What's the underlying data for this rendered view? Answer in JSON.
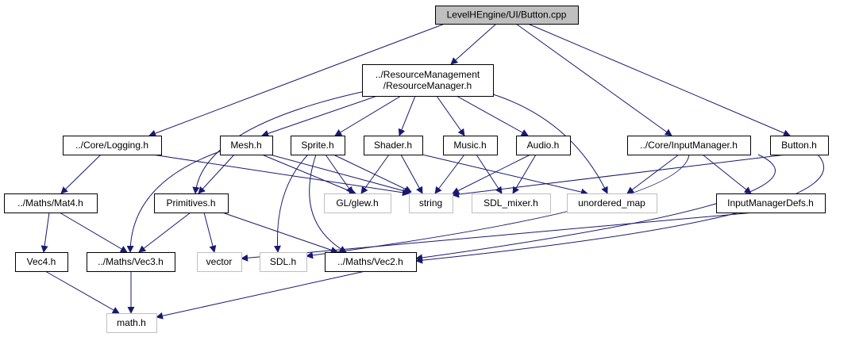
{
  "diagram": {
    "type": "include-dependency-graph",
    "colors": {
      "edge": "#191970",
      "root_fill": "#bfbfbf",
      "node_fill": "#ffffff",
      "node_border": "#000000",
      "external_border": "#bfbfbf",
      "external_text": "#555555"
    },
    "nodes": [
      {
        "id": "button_cpp",
        "lines": [
          "LevelHEngine/UI/Button.cpp"
        ],
        "kind": "root"
      },
      {
        "id": "resource_manager",
        "lines": [
          "../ResourceManagement",
          "/ResourceManager.h"
        ],
        "kind": "internal"
      },
      {
        "id": "logging",
        "lines": [
          "../Core/Logging.h"
        ],
        "kind": "internal"
      },
      {
        "id": "mesh",
        "lines": [
          "Mesh.h"
        ],
        "kind": "internal"
      },
      {
        "id": "sprite",
        "lines": [
          "Sprite.h"
        ],
        "kind": "internal"
      },
      {
        "id": "shader",
        "lines": [
          "Shader.h"
        ],
        "kind": "internal"
      },
      {
        "id": "music",
        "lines": [
          "Music.h"
        ],
        "kind": "internal"
      },
      {
        "id": "audio",
        "lines": [
          "Audio.h"
        ],
        "kind": "internal"
      },
      {
        "id": "input_manager",
        "lines": [
          "../Core/InputManager.h"
        ],
        "kind": "internal"
      },
      {
        "id": "button_h",
        "lines": [
          "Button.h"
        ],
        "kind": "internal"
      },
      {
        "id": "mat4",
        "lines": [
          "../Maths/Mat4.h"
        ],
        "kind": "internal"
      },
      {
        "id": "primitives",
        "lines": [
          "Primitives.h"
        ],
        "kind": "internal"
      },
      {
        "id": "glew",
        "lines": [
          "GL/glew.h"
        ],
        "kind": "external"
      },
      {
        "id": "string",
        "lines": [
          "string"
        ],
        "kind": "external"
      },
      {
        "id": "sdl_mixer",
        "lines": [
          "SDL_mixer.h"
        ],
        "kind": "external"
      },
      {
        "id": "unordered_map",
        "lines": [
          "unordered_map"
        ],
        "kind": "external"
      },
      {
        "id": "input_manager_defs",
        "lines": [
          "InputManagerDefs.h"
        ],
        "kind": "internal"
      },
      {
        "id": "vec4",
        "lines": [
          "Vec4.h"
        ],
        "kind": "internal"
      },
      {
        "id": "vec3",
        "lines": [
          "../Maths/Vec3.h"
        ],
        "kind": "internal"
      },
      {
        "id": "vector",
        "lines": [
          "vector"
        ],
        "kind": "external"
      },
      {
        "id": "sdl",
        "lines": [
          "SDL.h"
        ],
        "kind": "external"
      },
      {
        "id": "vec2",
        "lines": [
          "../Maths/Vec2.h"
        ],
        "kind": "internal"
      },
      {
        "id": "math",
        "lines": [
          "math.h"
        ],
        "kind": "external"
      }
    ],
    "edges": [
      {
        "from": "button_cpp",
        "to": "resource_manager"
      },
      {
        "from": "button_cpp",
        "to": "logging"
      },
      {
        "from": "button_cpp",
        "to": "input_manager"
      },
      {
        "from": "button_cpp",
        "to": "button_h"
      },
      {
        "from": "resource_manager",
        "to": "mesh"
      },
      {
        "from": "resource_manager",
        "to": "sprite"
      },
      {
        "from": "resource_manager",
        "to": "shader"
      },
      {
        "from": "resource_manager",
        "to": "music"
      },
      {
        "from": "resource_manager",
        "to": "audio"
      },
      {
        "from": "resource_manager",
        "to": "primitives"
      },
      {
        "from": "resource_manager",
        "to": "unordered_map"
      },
      {
        "from": "logging",
        "to": "mat4"
      },
      {
        "from": "logging",
        "to": "string"
      },
      {
        "from": "mesh",
        "to": "primitives"
      },
      {
        "from": "mesh",
        "to": "glew"
      },
      {
        "from": "mesh",
        "to": "string"
      },
      {
        "from": "mesh",
        "to": "vec3"
      },
      {
        "from": "sprite",
        "to": "glew"
      },
      {
        "from": "sprite",
        "to": "string"
      },
      {
        "from": "sprite",
        "to": "sdl"
      },
      {
        "from": "sprite",
        "to": "vec2"
      },
      {
        "from": "shader",
        "to": "glew"
      },
      {
        "from": "shader",
        "to": "string"
      },
      {
        "from": "shader",
        "to": "unordered_map"
      },
      {
        "from": "music",
        "to": "string"
      },
      {
        "from": "music",
        "to": "sdl_mixer"
      },
      {
        "from": "audio",
        "to": "string"
      },
      {
        "from": "audio",
        "to": "sdl_mixer"
      },
      {
        "from": "input_manager",
        "to": "unordered_map"
      },
      {
        "from": "input_manager",
        "to": "input_manager_defs"
      },
      {
        "from": "input_manager",
        "to": "sdl"
      },
      {
        "from": "input_manager",
        "to": "vec2"
      },
      {
        "from": "button_h",
        "to": "string"
      },
      {
        "from": "button_h",
        "to": "vec2"
      },
      {
        "from": "mat4",
        "to": "vec4"
      },
      {
        "from": "mat4",
        "to": "vec3"
      },
      {
        "from": "primitives",
        "to": "vec3"
      },
      {
        "from": "primitives",
        "to": "vector"
      },
      {
        "from": "primitives",
        "to": "vec2"
      },
      {
        "from": "input_manager_defs",
        "to": "vector"
      },
      {
        "from": "vec4",
        "to": "math"
      },
      {
        "from": "vec3",
        "to": "math"
      },
      {
        "from": "vec2",
        "to": "math"
      }
    ]
  }
}
